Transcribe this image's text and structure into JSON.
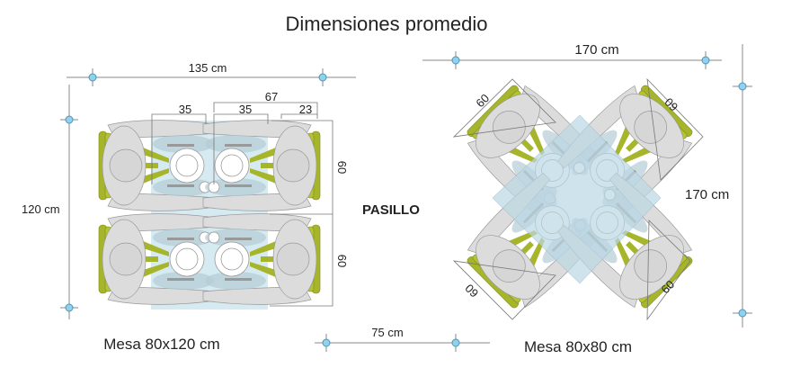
{
  "title": "Dimensiones promedio",
  "left": {
    "caption": "Mesa 80x120 cm",
    "width_label": "135 cm",
    "height_label": "120 cm",
    "dim_35a": "35",
    "dim_35b": "35",
    "dim_67": "67",
    "dim_23": "23",
    "dim_60a": "60",
    "dim_60b": "60"
  },
  "aisle": {
    "label": "PASILLO",
    "width_label": "75 cm"
  },
  "right": {
    "caption": "Mesa 80x80 cm",
    "width_label": "170 cm",
    "height_label": "170 cm",
    "dim_60_tl": "60",
    "dim_60_tr": "60",
    "dim_60_bl": "60",
    "dim_60_br": "60"
  },
  "colors": {
    "chair": "#a6b52a",
    "body": "#dcdcdc",
    "table": "#cfe6ef",
    "marker": "#92d1ec"
  }
}
